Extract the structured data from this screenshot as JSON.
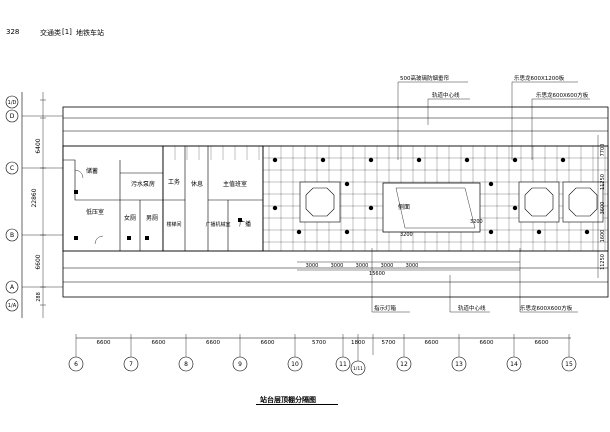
{
  "header": {
    "page_number": "328",
    "category": "交通类",
    "section": "[1]",
    "subject": "地铁车站"
  },
  "drawing_title": "站台层顶棚分隔图",
  "grid_rows": {
    "top_marks": [
      "1/D",
      "D"
    ],
    "mid_marks": [
      "C",
      "B"
    ],
    "bottom_marks": [
      "A",
      "1/A"
    ]
  },
  "grid_columns": [
    "6",
    "7",
    "8",
    "9",
    "10",
    "11",
    "1/11",
    "12",
    "13",
    "14",
    "15"
  ],
  "left_dimensions": [
    "6400",
    "22860",
    "6600",
    "288"
  ],
  "bottom_dimensions": [
    "6600",
    "6600",
    "6600",
    "6600",
    "5700",
    "1800",
    "5700",
    "6600",
    "6600",
    "6600"
  ],
  "rooms": {
    "r1": "储蓄",
    "r2": "污水泵房",
    "r3": "低压室",
    "r4": "女厕",
    "r5": "男厕",
    "r6": "工务",
    "r7": "休息",
    "r8": "主值班室",
    "r9": "楼梯间",
    "r10": "广播机械室",
    "r11": "广播"
  },
  "callouts_top": {
    "c1": "500高玻璃防烟垂帘",
    "c2": "乐思龙600X1200板",
    "c3": "轨道中心线",
    "c4": "乐思龙600X600方板"
  },
  "callouts_bottom": {
    "c1": "指示灯箱",
    "c2": "轨道中心线",
    "c3": "乐思龙600X600方板"
  },
  "ceiling_labels": {
    "opening": "侧面",
    "dim_a": "3200",
    "dim_b": "3200",
    "span_total": "15600"
  },
  "ceiling_dims": [
    "3000",
    "3000",
    "3000",
    "3000",
    "3000"
  ],
  "right_dimensions": [
    "7700",
    "11250",
    "3600",
    "1600",
    "11250"
  ]
}
